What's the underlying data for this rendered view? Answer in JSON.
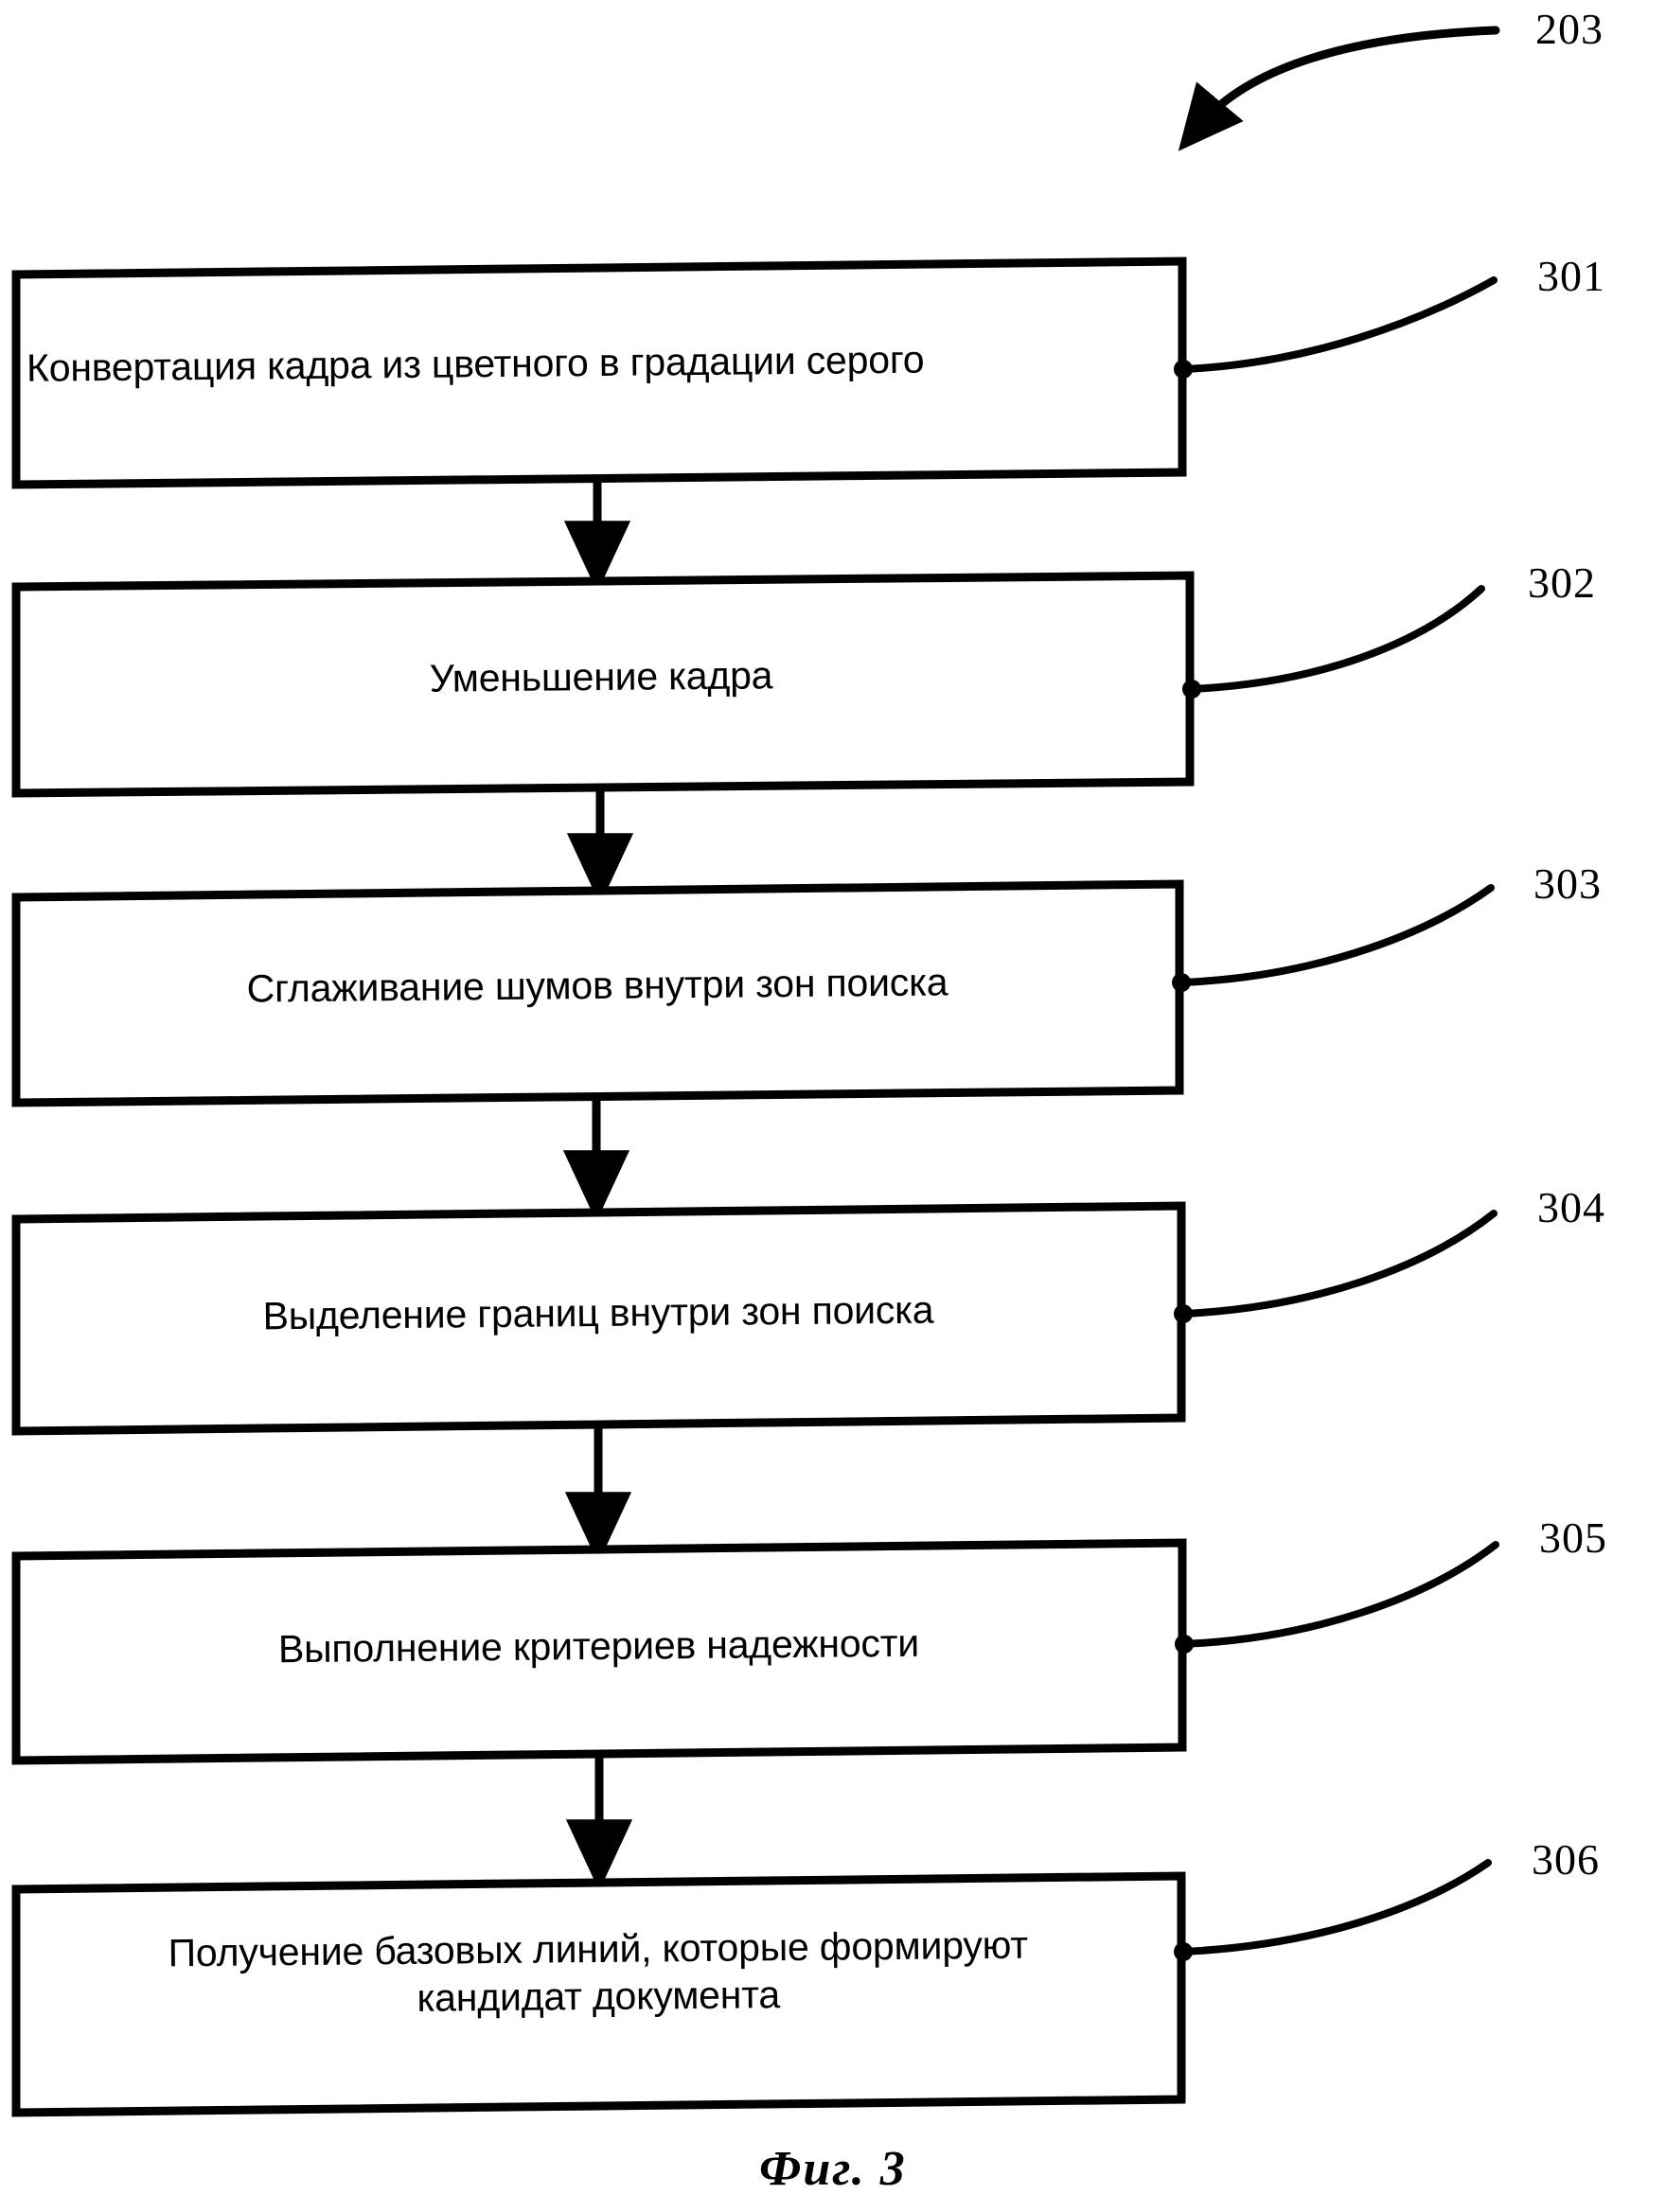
{
  "figure": {
    "caption": "Фиг. 3",
    "overall_ref": "203",
    "language": "ru",
    "style": {
      "stroke_color": "#000000",
      "background_color": "#ffffff",
      "text_color": "#000000"
    }
  },
  "flow": {
    "steps": [
      {
        "ref": "301",
        "text": "Конвертация кадра из цветного в градации серого",
        "align": "left"
      },
      {
        "ref": "302",
        "text": "Уменьшение кадра",
        "align": "center"
      },
      {
        "ref": "303",
        "text": "Сглаживание шумов внутри зон поиска",
        "align": "center"
      },
      {
        "ref": "304",
        "text": "Выделение границ внутри зон поиска",
        "align": "center"
      },
      {
        "ref": "305",
        "text": "Выполнение критериев надежности",
        "align": "center"
      },
      {
        "ref": "306",
        "text": "Получение базовых линий, которые формируют\nкандидат документа",
        "align": "center"
      }
    ]
  }
}
